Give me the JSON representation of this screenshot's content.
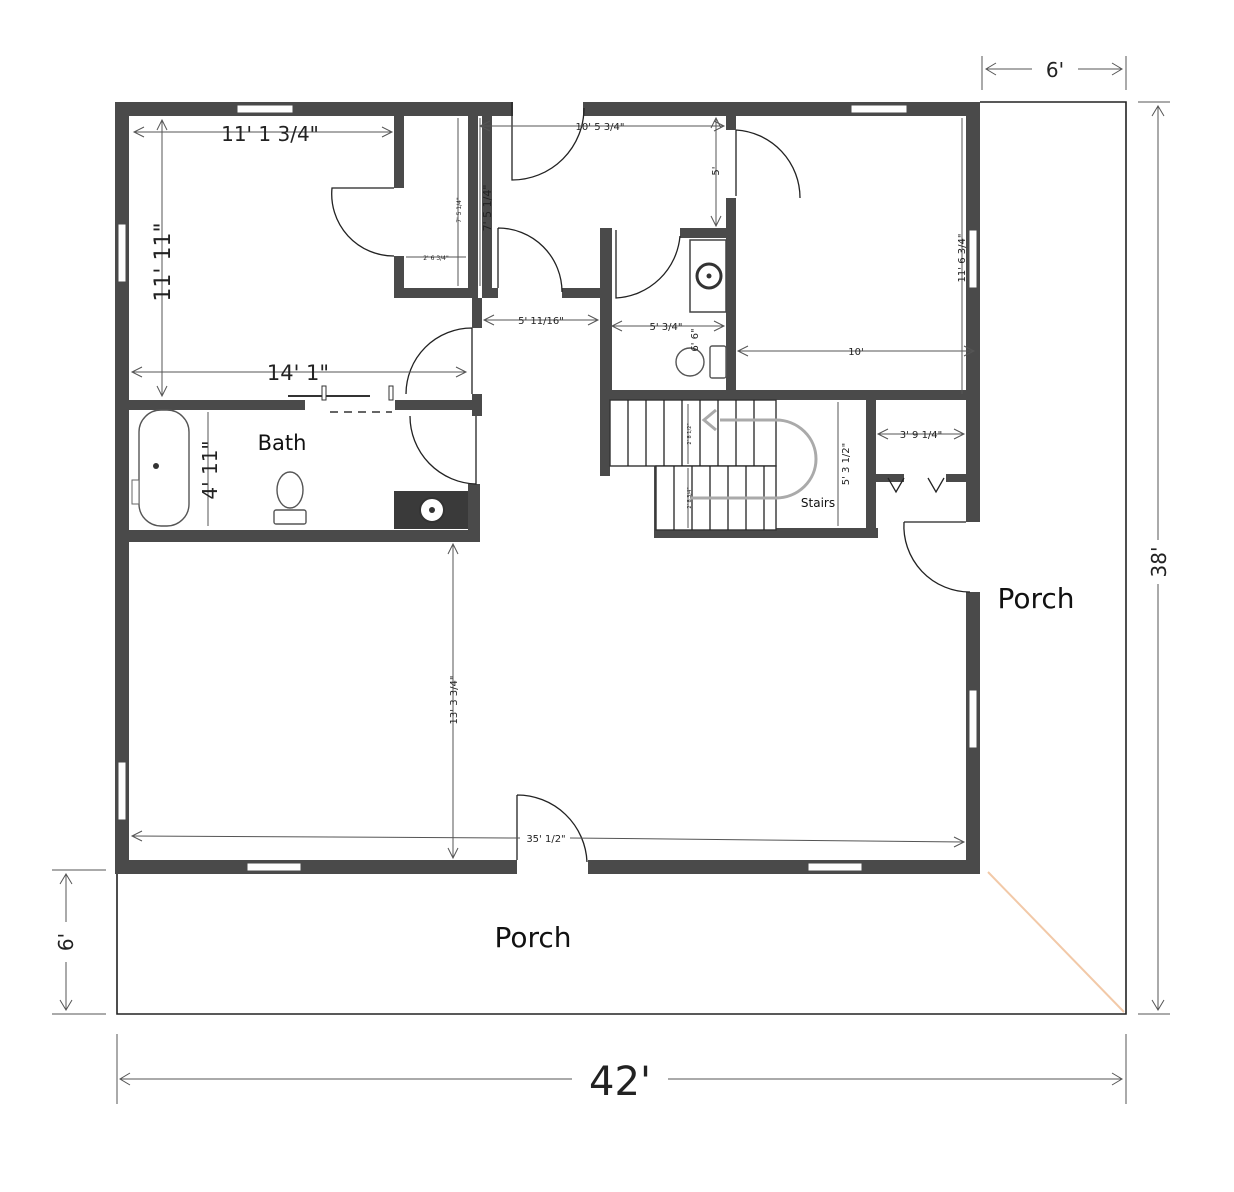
{
  "rooms": {
    "bath": "Bath",
    "stairs": "Stairs",
    "porch_right": "Porch",
    "porch_bottom": "Porch"
  },
  "dimensions": {
    "overall_width": "42'",
    "overall_depth": "38'",
    "porch_right_width": "6'",
    "porch_bottom_depth": "6'",
    "bedroom1_width": "11' 1 3/4\"",
    "bedroom1_depth": "11' 11\"",
    "bedroom1_full_width": "14' 1\"",
    "closet1_depth": "7' 5 1/4\"",
    "closet1_width": "2' 6 3/4\"",
    "hall_depth": "7' 5 1/4\"",
    "hall_width": "10' 5 3/4\"",
    "hall_door_depth": "5'",
    "hall_lower_width": "5' 11/16\"",
    "half_bath_width": "5' 3/4\"",
    "half_bath_depth": "6' 6\"",
    "bedroom2_depth": "11' 6 3/4\"",
    "bedroom2_width": "10'",
    "bath_depth": "4' 11\"",
    "closet2_width": "3' 9 1/4\"",
    "stairs_depth": "5' 3 1/2\"",
    "stair_w1": "2' 8 1/2\"",
    "stair_w2": "2' 8 3/4\"",
    "living_depth": "13' 3 3/4\"",
    "living_width": "35' 1/2\""
  },
  "colors": {
    "wall": "#4a4a4a",
    "dimension": "#555555",
    "diagonal_accent": "#f2c9a8"
  }
}
